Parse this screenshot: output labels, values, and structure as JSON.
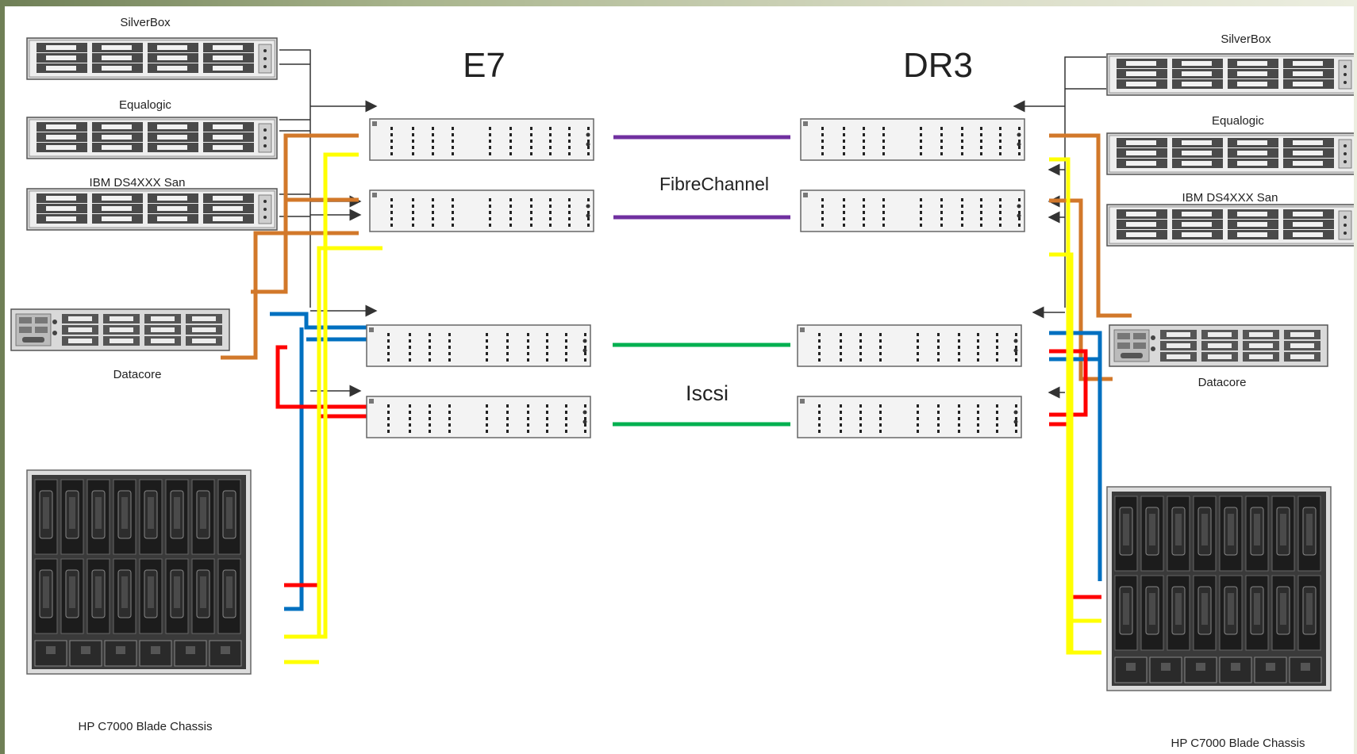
{
  "headings": {
    "left_site": "E7",
    "right_site": "DR3"
  },
  "links": {
    "fc": "FibreChannel",
    "iscsi": "Iscsi"
  },
  "left": {
    "silverbox": "SilverBox",
    "equalogic": "Equalogic",
    "ibm": "IBM DS4XXX San",
    "datacore": "Datacore",
    "chassis": "HP C7000 Blade Chassis"
  },
  "right": {
    "silverbox": "SilverBox",
    "equalogic": "Equalogic",
    "ibm": "IBM DS4XXX San",
    "datacore": "Datacore",
    "chassis": "HP C7000 Blade Chassis"
  },
  "colors": {
    "fibre_link": "#7030a0",
    "iscsi_link": "#00b050",
    "orange": "#d2782a",
    "yellow": "#ffff00",
    "blue": "#0070c0",
    "red": "#ff0000",
    "arrow": "#333333"
  },
  "icons": [
    "storage-array-icon",
    "switch-icon",
    "server-icon",
    "blade-chassis-icon",
    "arrow-icon"
  ]
}
